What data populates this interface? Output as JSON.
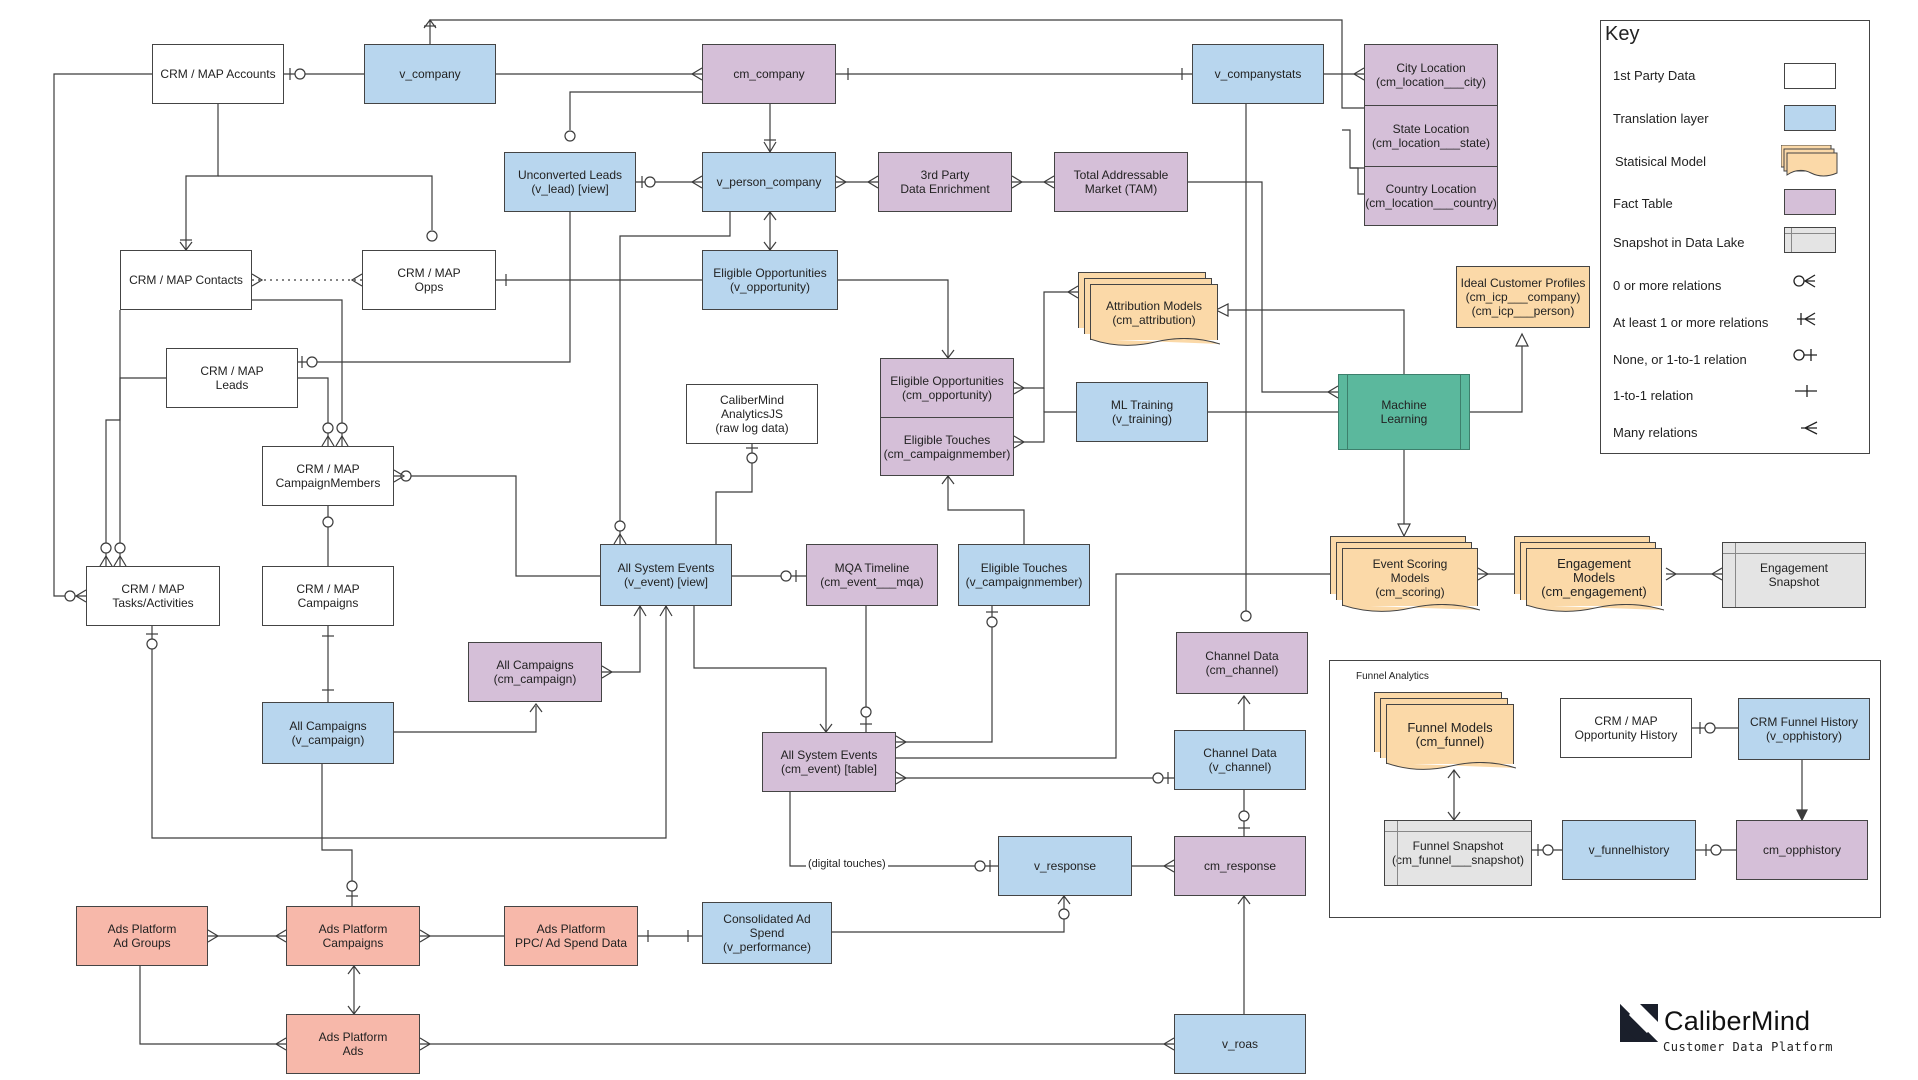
{
  "nodes": {
    "crm_accounts": [
      "CRM / MAP Accounts"
    ],
    "v_company": [
      "v_company"
    ],
    "cm_company": [
      "cm_company"
    ],
    "v_companystats": [
      "v_companystats"
    ],
    "unconverted_leads": [
      "Unconverted Leads",
      "(v_lead) [view]"
    ],
    "v_person_company": [
      "v_person_company"
    ],
    "third_party": [
      "3rd Party",
      "Data Enrichment"
    ],
    "tam": [
      "Total Addressable",
      "Market (TAM)"
    ],
    "crm_contacts": [
      "CRM / MAP Contacts"
    ],
    "crm_opps": [
      "CRM / MAP",
      "Opps"
    ],
    "eligible_opps_v": [
      "Eligible Opportunities",
      "(v_opportunity)"
    ],
    "crm_leads": [
      "CRM / MAP",
      "Leads"
    ],
    "crm_campaignmembers": [
      "CRM / MAP",
      "CampaignMembers"
    ],
    "analyticsjs": [
      "CaliberMind",
      "AnalyticsJS",
      "(raw log data)"
    ],
    "ml_training": [
      "ML Training",
      "(v_training)"
    ],
    "machine_learning": [
      "Machine",
      "Learning"
    ],
    "crm_tasks": [
      "CRM / MAP",
      "Tasks/Activities"
    ],
    "crm_campaigns": [
      "CRM / MAP",
      "Campaigns"
    ],
    "all_system_events_v": [
      "All System Events",
      "(v_event) [view]"
    ],
    "mqa_timeline": [
      "MQA Timeline",
      "(cm_event___mqa)"
    ],
    "eligible_touches_v": [
      "Eligible Touches",
      "(v_campaignmember)"
    ],
    "all_campaigns_cm": [
      "All Campaigns",
      "(cm_campaign)"
    ],
    "channel_data_cm": [
      "Channel Data",
      "(cm_channel)"
    ],
    "all_campaigns_v": [
      "All Campaigns",
      "(v_campaign)"
    ],
    "all_system_events_cm": [
      "All System Events",
      "(cm_event) [table]"
    ],
    "channel_data_v": [
      "Channel Data",
      "(v_channel)"
    ],
    "v_response": [
      "v_response"
    ],
    "cm_response": [
      "cm_response"
    ],
    "ads_adgroups": [
      "Ads Platform",
      "Ad Groups"
    ],
    "ads_campaigns": [
      "Ads Platform",
      "Campaigns"
    ],
    "ads_ppc": [
      "Ads Platform",
      "PPC/ Ad Spend Data"
    ],
    "consolidated_ad": [
      "Consolidated Ad",
      "Spend",
      "(v_performance)"
    ],
    "ads_ads": [
      "Ads Platform",
      "Ads"
    ],
    "v_roas": [
      "v_roas"
    ],
    "engagement_snapshot": [
      "Engagement",
      "Snapshot"
    ],
    "crm_opp_history": [
      "CRM / MAP",
      "Opportunity History"
    ],
    "crm_funnel_history": [
      "CRM Funnel History",
      "(v_opphistory)"
    ],
    "funnel_snapshot": [
      "Funnel Snapshot",
      "(cm_funnel___snapshot)"
    ],
    "v_funnelhistory": [
      "v_funnelhistory"
    ],
    "cm_opphistory": [
      "cm_opphistory"
    ]
  },
  "location_stack": [
    [
      "City Location",
      "(cm_location___city)"
    ],
    [
      "State Location",
      "(cm_location___state)"
    ],
    [
      "Country Location",
      "(cm_location___country)"
    ]
  ],
  "eligible_stack": [
    [
      "Eligible Opportunities",
      "(cm_opportunity)"
    ],
    [
      "Eligible Touches",
      "(cm_campaignmember)"
    ]
  ],
  "statistical_models": {
    "attribution": [
      "Attribution Models",
      "(cm_attribution)"
    ],
    "icp": [
      "Ideal Customer Profiles",
      "(cm_icp___company)",
      "(cm_icp___person)"
    ],
    "event_scoring": [
      "Event Scoring",
      "Models",
      "(cm_scoring)"
    ],
    "engagement": [
      "Engagement",
      "Models",
      "(cm_engagement)"
    ],
    "funnel_models": [
      "Funnel Models",
      "(cm_funnel)"
    ]
  },
  "edge_labels": {
    "digital_touches": "(digital touches)"
  },
  "key": {
    "title": "Key",
    "items": [
      "1st Party Data",
      "Translation layer",
      "Statisical Model",
      "Fact Table",
      "Snapshot in Data Lake",
      "0 or more relations",
      "At least 1 or more relations",
      "None, or 1-to-1 relation",
      "1-to-1 relation",
      "Many relations"
    ]
  },
  "funnel_analytics": {
    "title": "Funnel Analytics"
  },
  "logo": {
    "name": "CaliberMind",
    "tagline": "Customer Data Platform"
  },
  "colors": {
    "first_party": "#ffffff",
    "translation": "#b8d6ee",
    "fact": "#d5bfd8",
    "statistical": "#fbd9a8",
    "ads": "#f7b8aa",
    "machine_learning": "#5bb89d",
    "snapshot": "#e4e4e4"
  }
}
